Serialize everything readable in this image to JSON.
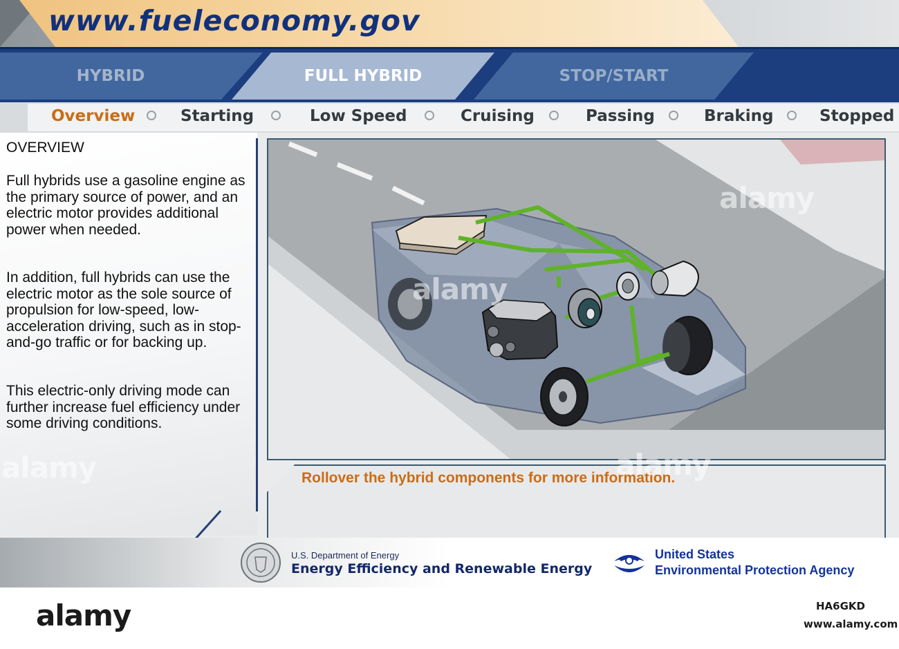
{
  "header": {
    "site_url": "www.fueleconomy.gov"
  },
  "primary_tabs": [
    {
      "label": "HYBRID",
      "selected": false
    },
    {
      "label": "FULL HYBRID",
      "selected": true
    },
    {
      "label": "STOP/START",
      "selected": false
    }
  ],
  "sub_nav": [
    {
      "label": "Overview",
      "active": true
    },
    {
      "label": "Starting",
      "active": false
    },
    {
      "label": "Low Speed",
      "active": false
    },
    {
      "label": "Cruising",
      "active": false
    },
    {
      "label": "Passing",
      "active": false
    },
    {
      "label": "Braking",
      "active": false
    },
    {
      "label": "Stopped",
      "active": false
    }
  ],
  "overview": {
    "heading": "OVERVIEW",
    "paragraphs": [
      "Full hybrids use a gasoline engine as the primary source of power, and an electric motor provides additional power when needed.",
      "In addition, full hybrids can use the electric motor as the sole source of propulsion for low-speed, low-acceleration driving, such as in stop-and-go traffic or for backing up.",
      "This electric-only driving mode can further increase fuel efficiency under some driving conditions."
    ]
  },
  "info_panel": {
    "text": "Rollover the hybrid components for more information."
  },
  "footer": {
    "doe_department": "U.S. Department of Energy",
    "doe_office": "Energy Efficiency and Renewable Energy",
    "epa_line1": "United States",
    "epa_line2": "Environmental Protection Agency"
  },
  "watermark": {
    "brand": "alamy",
    "image_id": "HA6GKD",
    "site": "www.alamy.com"
  },
  "colors": {
    "nav_dark": "#1c3e7f",
    "tab_selected": "#a7b8d2",
    "accent_orange": "#c96d17",
    "title_blue": "#12317c",
    "wire_green": "#5fb22a"
  }
}
